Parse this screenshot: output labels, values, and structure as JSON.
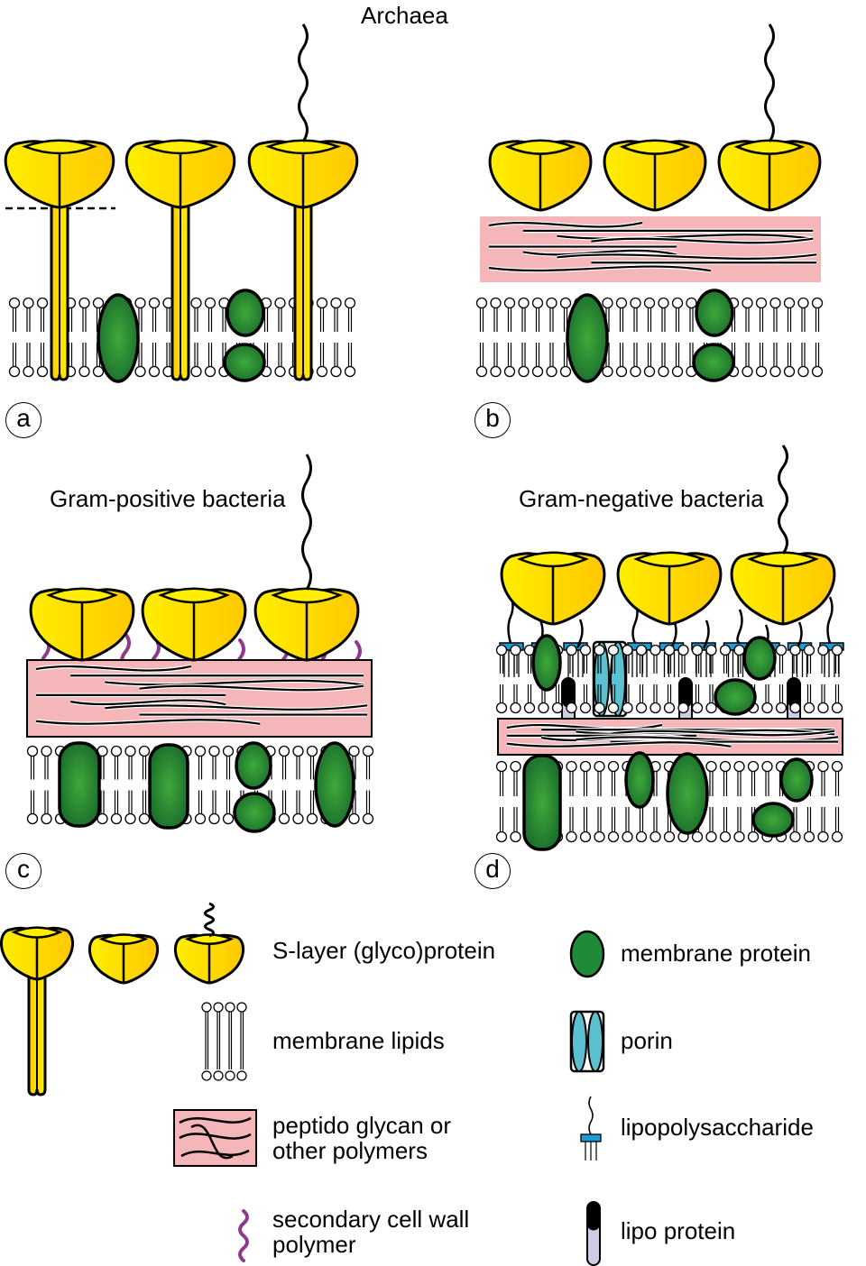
{
  "titles": {
    "archaea": "Archaea",
    "gram_positive": "Gram-positive bacteria",
    "gram_negative": "Gram-negative bacteria"
  },
  "panels": [
    {
      "letter": "a",
      "description": "Archaea: S-layer proteins anchored with stalk into membrane; membrane proteins"
    },
    {
      "letter": "b",
      "description": "Archaea: S-layer on peptidoglycan/other polymer layer above membrane"
    },
    {
      "letter": "c",
      "description": "Gram-positive: S-layer on peptidoglycan with secondary cell wall polymers"
    },
    {
      "letter": "d",
      "description": "Gram-negative: S-layer attached to LPS of outer membrane, porin, lipoproteins, peptidoglycan, inner membrane"
    }
  ],
  "legend": [
    {
      "key": "s_layer",
      "label": "S-layer (glyco)protein"
    },
    {
      "key": "membrane_protein",
      "label": "membrane protein"
    },
    {
      "key": "membrane_lipids",
      "label": "membrane lipids"
    },
    {
      "key": "porin",
      "label": "porin"
    },
    {
      "key": "peptidoglycan",
      "label": "peptido glycan or\nother polymers",
      "line1": "peptido glycan or",
      "line2": "other polymers"
    },
    {
      "key": "lps",
      "label": "lipopolysaccharide"
    },
    {
      "key": "secondary_polymer",
      "label": "secondary cell wall\npolymer",
      "line1": "secondary cell wall",
      "line2": "polymer"
    },
    {
      "key": "lipoprotein",
      "label": "lipo protein"
    }
  ],
  "colors": {
    "slayer_light": "#FFEE00",
    "slayer_dark": "#FFCC00",
    "protein_center": "#3DAA3A",
    "protein_edge": "#1C6E2C",
    "peptidoglycan": "#F4B6B8",
    "secondary_polymer": "#8E3A8C",
    "lps_head": "#1E9AD6",
    "porin": "#5BC0D0",
    "lipo_light": "#D0CCE6",
    "outline": "#000000"
  }
}
